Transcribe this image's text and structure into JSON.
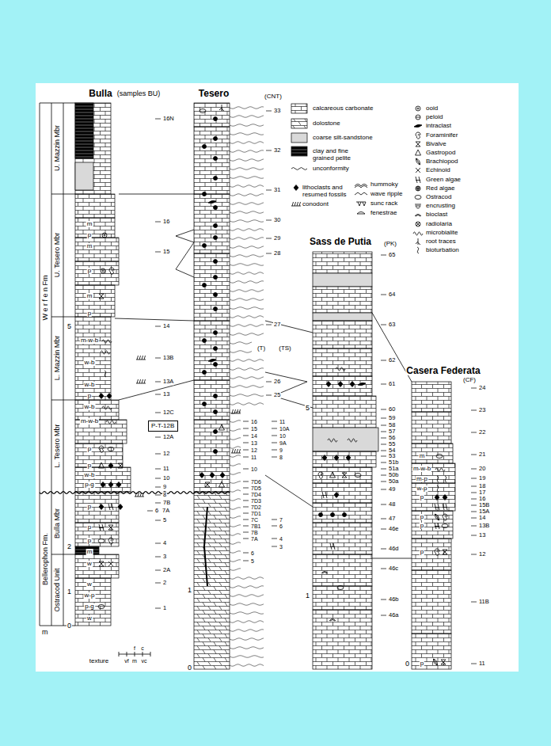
{
  "diagram": {
    "nodes": [
      {
        "text": [
          "P-T-12B"
        ]
      }
    ],
    "labels": [
      "Bulla",
      "(samples BU)",
      "Tesero",
      "(CNT)",
      "(T)",
      "(TS)",
      "Sass de Putia",
      "(PK)",
      "Casera Federata",
      "(CF)",
      "U. Mazzin Mbr",
      "U. Tesero Mbr",
      "W e r f e n Fm",
      "L. Mazzin Mbr",
      "L. Tesero Mbr",
      "Bulla Mbr",
      "Bellerophon Fm.",
      "Ostracod Unit",
      "5",
      "2",
      "1",
      "m",
      "0",
      "1",
      "0",
      "5",
      "1",
      "0",
      "texture",
      "f",
      "c",
      "vf",
      "m",
      "vc",
      "16N",
      "16",
      "15",
      "14",
      "13B",
      "13A",
      "13",
      "12C",
      "12A",
      "12",
      "11",
      "10",
      "9",
      "8",
      "7B",
      "6",
      "7A",
      "5",
      "4",
      "3",
      "2A",
      "2",
      "1",
      "33",
      "32",
      "31",
      "30",
      "29",
      "28",
      "27",
      "26",
      "25",
      "16",
      "15",
      "14",
      "13",
      "12",
      "11",
      "10",
      "7D6",
      "7D5",
      "7D4",
      "7D3",
      "7D2",
      "7D1",
      "7C",
      "7B1",
      "7B",
      "7A",
      "6",
      "5",
      "11",
      "10A",
      "10",
      "9A",
      "9",
      "8",
      "7",
      "6",
      "4",
      "3",
      "65",
      "64",
      "63",
      "62",
      "61",
      "60",
      "59",
      "58",
      "57",
      "56",
      "55",
      "54",
      "53",
      "51b",
      "51a",
      "50b",
      "50a",
      "49",
      "48",
      "47",
      "46e",
      "46d",
      "46c",
      "46b",
      "46a",
      "24",
      "23",
      "22",
      "21",
      "20",
      "19",
      "18",
      "17",
      "16",
      "15B",
      "15A",
      "14",
      "13B",
      "13",
      "12",
      "11B",
      "11",
      "m",
      "p",
      "m",
      "p",
      "m",
      "p",
      "m-w-b",
      "w-b",
      "w-b",
      "p",
      "w-b",
      "m-w-b",
      "p",
      "p",
      "w-b",
      "p-g",
      "p",
      "p",
      "p",
      "m",
      "w",
      "w",
      "w-p",
      "p-g",
      "w",
      "m",
      "m-w-b",
      "m-p",
      "w-p",
      "p",
      "p",
      "p",
      "p",
      "p"
    ],
    "legend": [
      {
        "text": "calcareous carbonate"
      },
      {
        "text": "dolostone"
      },
      {
        "text": "coarse silt-sandstone",
        "color": "#d9d9d9"
      },
      {
        "text": "clay and fine grained pelite"
      },
      {
        "text": "unconformity"
      },
      {
        "text": "lithoclasts and resumed fossils"
      },
      {
        "text": "conodont"
      },
      {
        "text": "hummoky"
      },
      {
        "text": "wave ripple"
      },
      {
        "text": "sunc rack"
      },
      {
        "text": "fenestrae"
      },
      {
        "text": "ooid"
      },
      {
        "text": "peloid"
      },
      {
        "text": "intraclast"
      },
      {
        "text": "Foraminifer"
      },
      {
        "text": "Bivalve"
      },
      {
        "text": "Gastropod"
      },
      {
        "text": "Brachiopod"
      },
      {
        "text": "Echinoid"
      },
      {
        "text": "Green algae"
      },
      {
        "text": "Red algae"
      },
      {
        "text": "Ostracod"
      },
      {
        "text": "encrusting"
      },
      {
        "text": "bioclast"
      },
      {
        "text": "radiolaria"
      },
      {
        "text": "microbialite"
      },
      {
        "text": "root traces"
      },
      {
        "text": "bioturbation"
      }
    ]
  }
}
